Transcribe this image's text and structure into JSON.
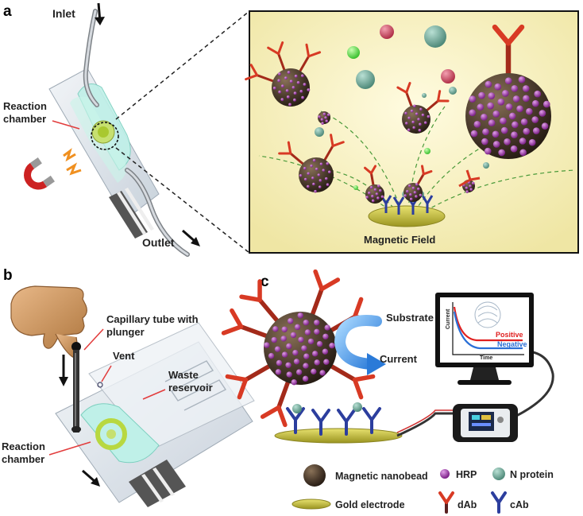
{
  "panel_a": {
    "letter": "a",
    "inlet": "Inlet",
    "outlet": "Outlet",
    "reaction_chamber_line1": "Reaction",
    "reaction_chamber_line2": "chamber",
    "zoom_caption": "Magnetic Field"
  },
  "panel_b": {
    "letter": "b",
    "capillary_line1": "Capillary tube with",
    "capillary_line2": "plunger",
    "vent": "Vent",
    "waste_line1": "Waste",
    "waste_line2": "reservoir",
    "reaction_chamber_line1": "Reaction",
    "reaction_chamber_line2": "chamber"
  },
  "panel_c": {
    "letter": "c",
    "substrate": "Substrate",
    "current": "Current",
    "plot_ylabel": "Current",
    "plot_xlabel": "Time",
    "positive": "Positive",
    "negative": "Negative"
  },
  "legend": {
    "magnetic_nanobead": "Magnetic nanobead",
    "hrp": "HRP",
    "n_protein": "N protein",
    "gold_electrode": "Gold electrode",
    "dab": "dAb",
    "cab": "cAb"
  },
  "colors": {
    "bead": "#4a3a2c",
    "hrp": "#a03aa8",
    "n_protein": "#6fa595",
    "dab": "#d83a24",
    "cab": "#2c3e9e",
    "gold": "#c8c23a",
    "chip": "#dfe6ee",
    "chamber": "#bff0e8",
    "zoom_bg": "#f6f2c4",
    "positive": "#e02020",
    "negative": "#2a6fd6"
  }
}
